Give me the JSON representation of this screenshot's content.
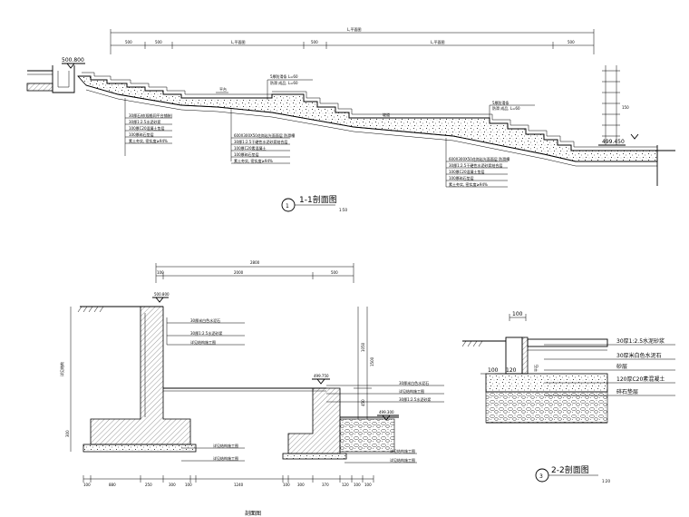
{
  "section1": {
    "overall_dim": "L,平面图",
    "dims": [
      "500",
      "500",
      "L,平面图",
      "500",
      "L,平面图",
      "500"
    ],
    "elev_left": "500.800",
    "elev_right": "499.450",
    "layers_a": [
      "30厚石材(规格同平台铺装)",
      "30厚1:2.5水泥砂浆",
      "100厚C20混凝土垫层",
      "100厚碎石垫层",
      "素土夯实, 密实度≥94%"
    ],
    "layers_b": [
      "600X300X50花岗岩光面面层 防滑槽",
      "30厚1:2.5干硬性水泥砂浆结合层",
      "100厚C20素混凝土",
      "100厚碎石垫层",
      "素土夯实, 密实度≥94%"
    ],
    "layers_c": [
      "600X300X50花岗岩光面面层 防滑槽",
      "30厚1:2.5干硬性水泥砂浆结合层",
      "100厚C20混凝土垫层",
      "100厚碎石垫层",
      "素土夯实, 密实度≥94%"
    ],
    "note1": "5厚防滑条 L=60",
    "note1b": "防滑 成品, L=60",
    "note2": "5厚防滑条",
    "note2b": "防滑 成品, L=60",
    "platform": "平台",
    "ramp": "坡道",
    "vdim": "150",
    "number": "1",
    "title": "1-1剖面图",
    "scale": "1:50"
  },
  "section2": {
    "dim_total": "2800",
    "dim_a": "100",
    "dim_b": "2000",
    "dim_c": "500",
    "elev_top": "500.800",
    "elev_mid": "499.750",
    "elev_low": "499.300",
    "layers_top": [
      "30厚米白色水泥石",
      "30厚1:2.5水泥砂浆",
      "详见结构施工图"
    ],
    "layers_mid": [
      "30厚米白色水泥石",
      "详见结构施工图",
      "30厚1:2.5水泥砂浆"
    ],
    "foot_left_1": "详见结构施工图",
    "foot_left_2": "详见结构施工图",
    "foot_right_1": "详见结构施工图",
    "foot_right_2": "详见结构施工图",
    "left_vlabel": "详见结构",
    "dim_300": "300",
    "dim_1050": "1050",
    "dim_1500": "1500",
    "dim_450": "450",
    "bottom_dims": [
      "100",
      "880",
      "250",
      "300",
      "100",
      "1240",
      "100",
      "300",
      "370",
      "120",
      "100",
      "100"
    ],
    "caption": "剖面图"
  },
  "section3": {
    "dim_top": "100",
    "dim_left1": "100",
    "dim_left2": "120",
    "vlabel": "平石",
    "layers": [
      "30厚1:2.5水泥砂浆",
      "30厚米白色水泥石",
      "砂层",
      "120厚C20素混凝土",
      "碎石垫层"
    ],
    "number": "3",
    "title": "2-2剖面图",
    "scale": "1:20"
  }
}
